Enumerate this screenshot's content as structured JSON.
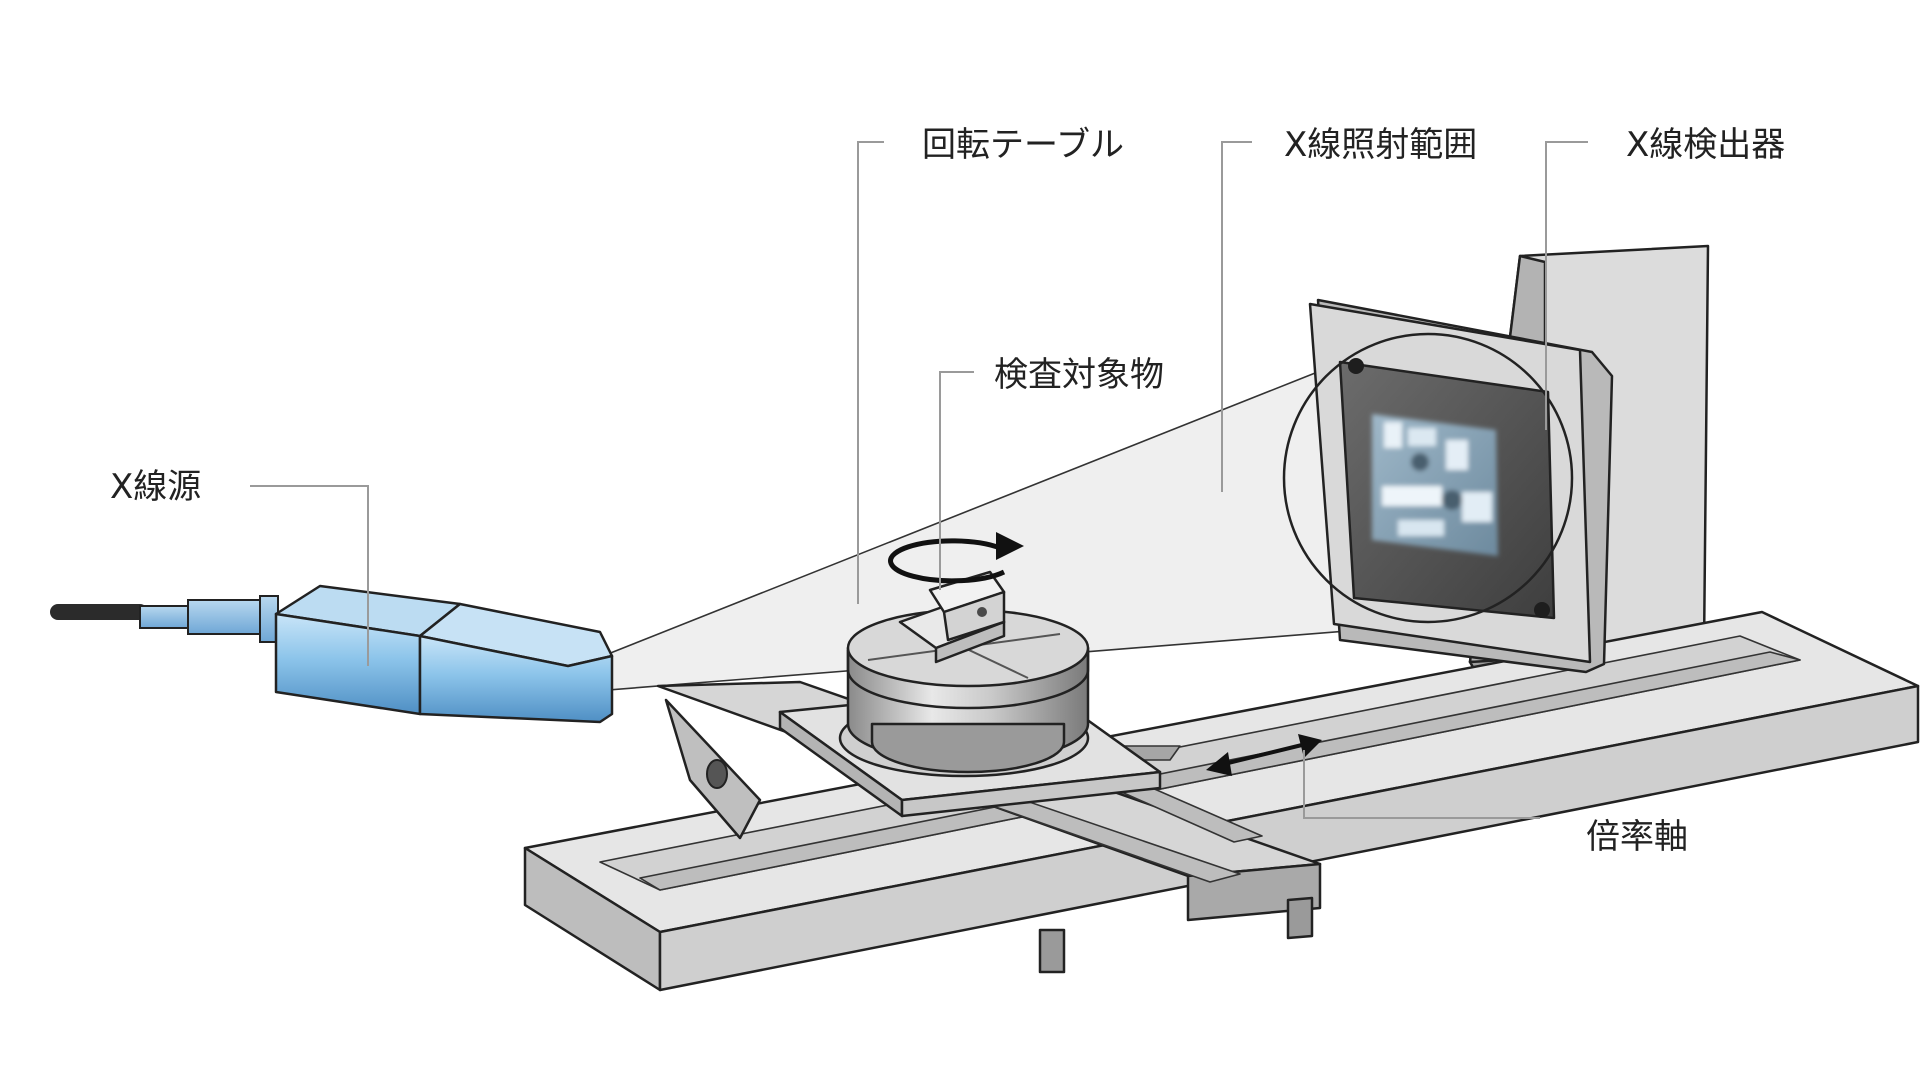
{
  "labels": {
    "xray_source": "X線源",
    "rotary_table": "回転テーブル",
    "irradiation_range": "X線照射範囲",
    "detector": "X線検出器",
    "specimen": "検査対象物",
    "magnification_axis": "倍率軸"
  },
  "colors": {
    "background": "#ffffff",
    "outline": "#222222",
    "leader_line": "#9a9a9a",
    "xray_source_blue": "#8cc4ea",
    "xray_source_blue_dark": "#4f8fc4",
    "machine_gray_light": "#e4e4e4",
    "machine_gray_mid": "#bdbdbd",
    "machine_gray_dark": "#8e8e8e",
    "beam_fill": "#ececec",
    "detector_screen": "#555555"
  },
  "icons": {
    "rotation_arrow": "rotation-arrow-icon",
    "double_arrow": "double-arrow-icon"
  }
}
